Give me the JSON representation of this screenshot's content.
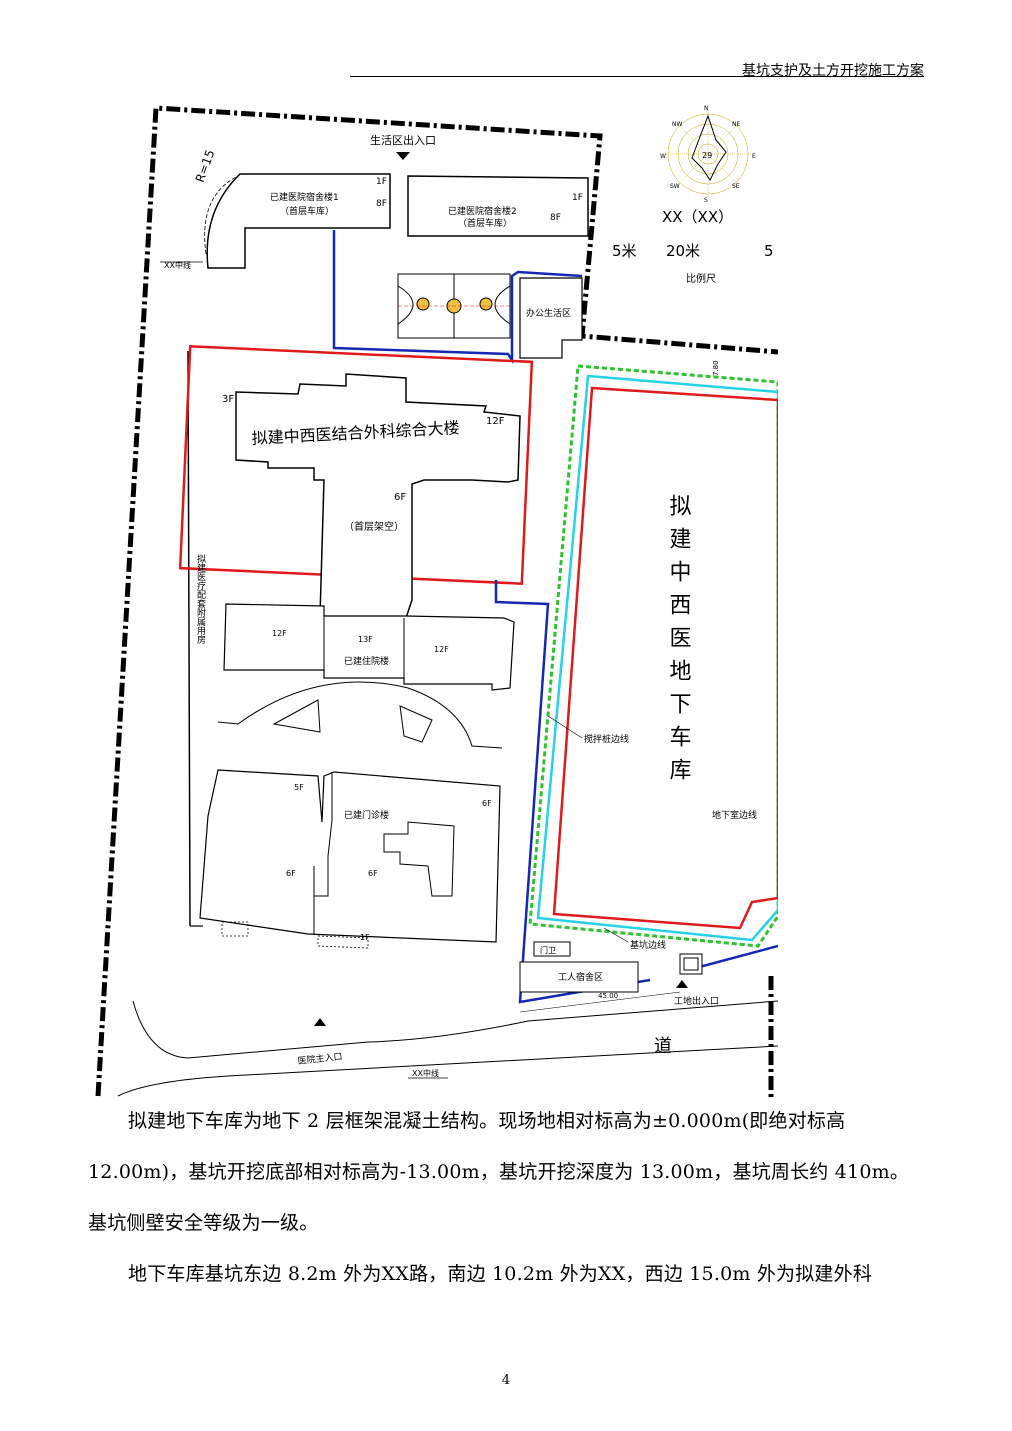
{
  "header": {
    "running_title": "基坑支护及土方开挖施工方案"
  },
  "plan": {
    "labels": {
      "living_exit": "生活区出入口",
      "radius": "R=15",
      "dorm1_line1": "已建医院宿舍楼1",
      "dorm1_line2": "（首层车库）",
      "dorm2_line1": "已建医院宿舍楼2",
      "dorm2_line2": "（首层车库）",
      "xx_centerline_top": "XX中线",
      "office_area": "办公生活区",
      "new_surgery_building": "拟建中西医结合外科综合大楼",
      "ground_floor_open": "（首层架空）",
      "medical_annex": "拟建医疗配套附属用房",
      "inpatient_building": "已建住院楼",
      "outpatient_building": "已建门诊楼",
      "mixing_pile_line": "搅拌桩边线",
      "basement_line": "地下室边线",
      "pit_edge_line": "基坑边线",
      "garage_vertical": "拟建中西医地下车库",
      "gatehouse": "门卫",
      "worker_dorm": "工人宿舍区",
      "site_exit": "工地出入口",
      "dimension": "45.00",
      "road": "道",
      "hospital_main_entrance": "医院主入口",
      "xx_centerline_bottom": "XX中线",
      "dimension_right": "7.80"
    },
    "floors": {
      "dorm1_1f": "1F",
      "dorm1_8f": "8F",
      "dorm2_1f": "1F",
      "dorm2_8f": "8F",
      "surgery_3f": "3F",
      "surgery_12f": "12F",
      "surgery_6f": "6F",
      "inpatient_12f_left": "12F",
      "inpatient_13f": "13F",
      "inpatient_12f_right": "12F",
      "outpatient_5f": "5F",
      "outpatient_6f_right": "6F",
      "outpatient_6f_low_left": "6F",
      "outpatient_6f_low_mid": "6F",
      "outpatient_1f": "1F"
    },
    "wind_rose": {
      "center_value": "29",
      "directions": {
        "n": "N",
        "ne": "NE",
        "e": "E",
        "se": "SE",
        "s": "S",
        "sw": "SW",
        "w": "W",
        "nw": "NW"
      },
      "caption": "XX（XX）"
    },
    "scale_bar": {
      "left": "5米",
      "mid": "20米",
      "right": "5",
      "caption": "比例尺"
    }
  },
  "body": {
    "para1": "拟建地下车库为地下 2 层框架混凝土结构。现场地相对标高为±0.000m(即绝对标高 12.00m)，基坑开挖底部相对标高为-13.00m，基坑开挖深度为 13.00m，基坑周长约 410m。基坑侧壁安全等级为一级。",
    "para2": "地下车库基坑东边 8.2m 外为XX路，南边 10.2m 外为XX，西边 15.0m 外为拟建外科"
  },
  "footer": {
    "page_number": "4"
  },
  "colors": {
    "red": "#e0191c",
    "blue": "#1428b4",
    "cyan": "#28d2e6",
    "green": "#30c030"
  }
}
